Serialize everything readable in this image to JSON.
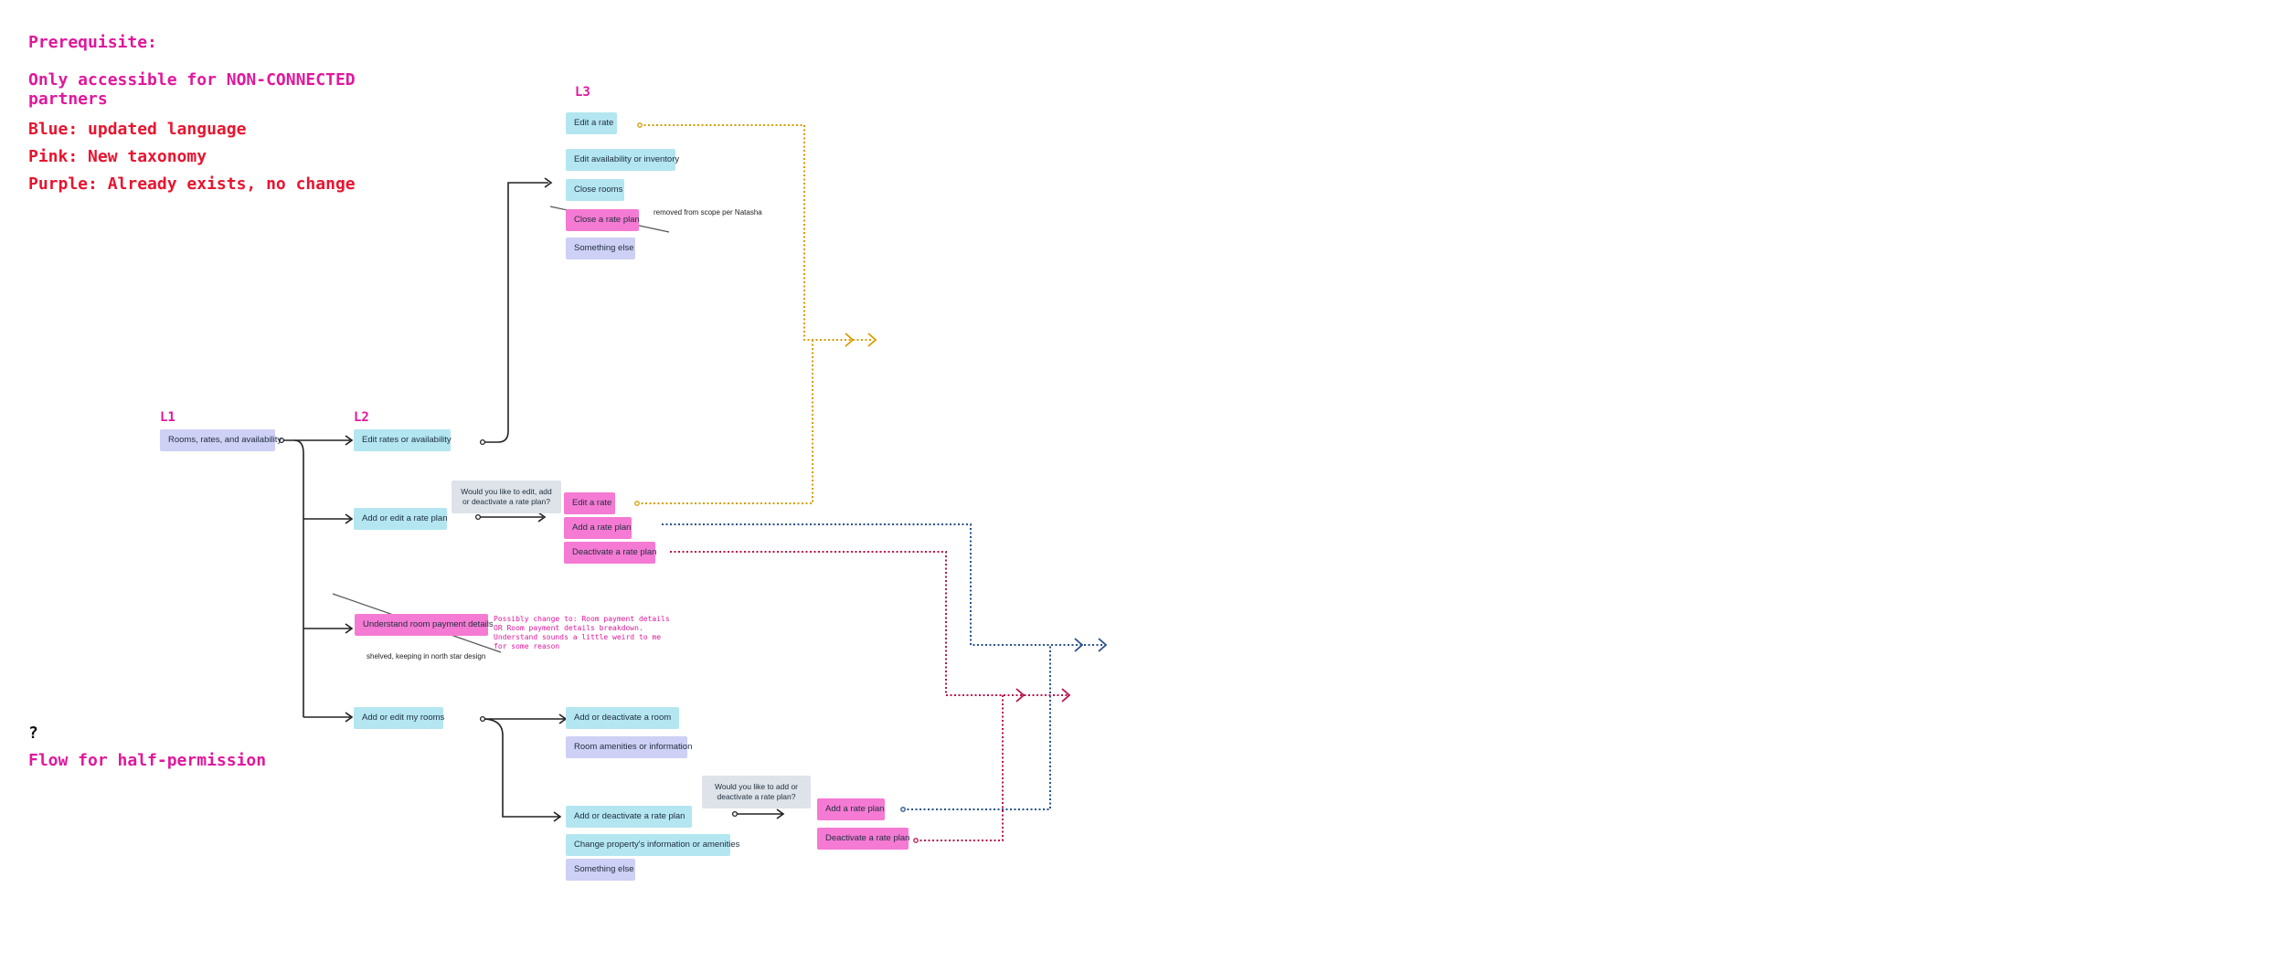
{
  "legend": {
    "prerequisite": "Prerequisite:",
    "access": "Only accessible for NON-CONNECTED partners",
    "blue": "Blue: updated language",
    "pink": "Pink: New taxonomy",
    "purple": "Purple: Already exists, no change"
  },
  "levels": {
    "l1": "L1",
    "l2": "L2",
    "l3": "L3"
  },
  "bottom": {
    "question": "?",
    "half_permission": "Flow for half-permission"
  },
  "nodes": {
    "rooms_rates_availability": "Rooms, rates, and availability",
    "edit_rates_availability": "Edit rates or availability",
    "add_edit_rate_plan": "Add or edit a rate plan",
    "understand_room_payment": "Understand room payment details",
    "add_edit_rooms": "Add or edit my rooms",
    "edit_a_rate_l3": "Edit a rate",
    "edit_availability_inventory": "Edit availability or inventory",
    "close_rooms": "Close rooms",
    "close_rate_plan": "Close a rate plan",
    "something_else_1": "Something else",
    "question_edit_add_deactivate": "Would you like to edit, add or deactivate a rate plan?",
    "edit_a_rate_pink": "Edit a rate",
    "add_rate_plan_1": "Add a rate plan",
    "deactivate_rate_plan_1": "Deactivate a rate plan",
    "add_deactivate_room": "Add or deactivate a room",
    "room_amenities": "Room amenities or information",
    "add_deactivate_rate_plan": "Add or deactivate a rate plan",
    "change_property_info": "Change property's information or amenities",
    "something_else_2": "Something else",
    "question_add_deactivate": "Would you like to add or deactivate a rate plan?",
    "add_rate_plan_2": "Add a rate plan",
    "deactivate_rate_plan_2": "Deactivate a rate plan"
  },
  "notes": {
    "removed_scope": "removed from scope per Natasha",
    "shelved": "shelved, keeping in north star design",
    "possibly_change": "Possibly change to: Room payment details OR Room payment details breakdown. Understand sounds a little weird to me for some reason"
  },
  "colors": {
    "legend_pink": "#e0189c",
    "legend_red": "#e8142f",
    "node_blue": "#b3e6f1",
    "node_pink": "#f57ad3",
    "node_purple": "#cfd0f5",
    "node_gray": "#dde3e8",
    "connector_gold": "#d79c00",
    "connector_navy": "#27508c",
    "connector_crimson": "#b5154e"
  }
}
